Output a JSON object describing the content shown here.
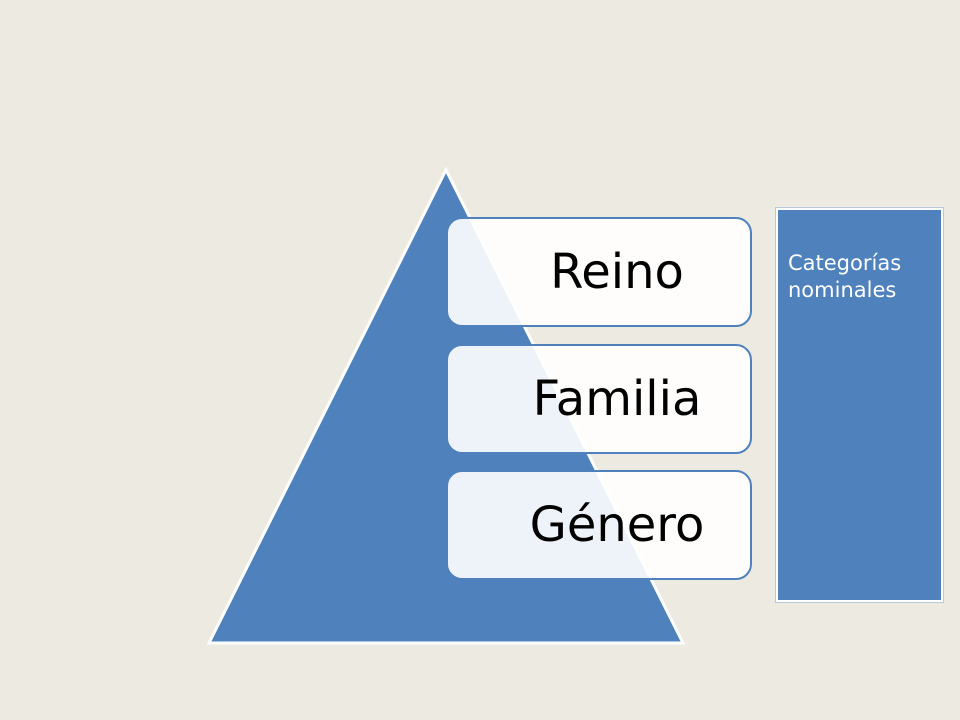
{
  "diagram": {
    "levels": [
      {
        "label": "Reino"
      },
      {
        "label": "Familia"
      },
      {
        "label": "Género"
      }
    ],
    "side_panel": {
      "line1": "Categorías",
      "line2": "nominales"
    }
  },
  "colors": {
    "background": "#edeae1",
    "accent": "#4f81bd",
    "box_fill": "#ffffff",
    "text": "#000000"
  }
}
